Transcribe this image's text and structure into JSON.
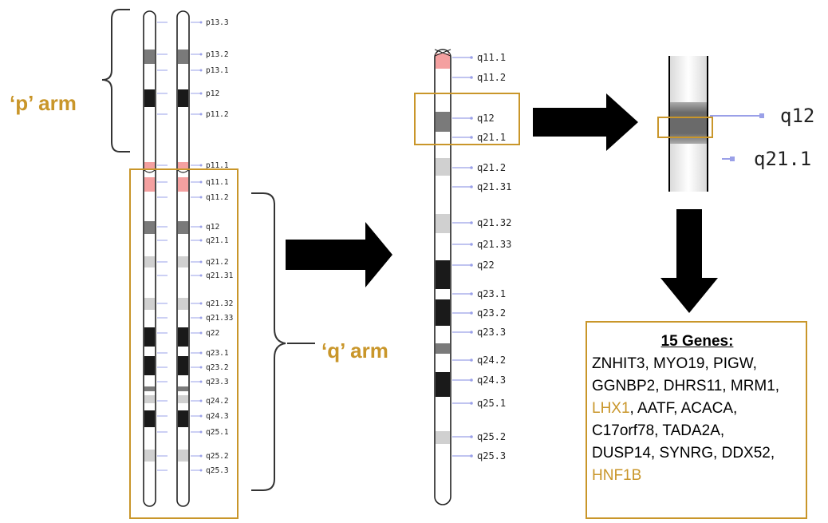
{
  "arm_labels": {
    "p": "‘p’ arm",
    "q": "‘q’ arm"
  },
  "full_chromosome_bands": [
    "p13.3",
    "p13.2",
    "p13.1",
    "p12",
    "p11.2",
    "p11.1",
    "q11.1",
    "q11.2",
    "q12",
    "q21.1",
    "q21.2",
    "q21.31",
    "q21.32",
    "q21.33",
    "q22",
    "q23.1",
    "q23.2",
    "q23.3",
    "q24.2",
    "q24.3",
    "q25.1",
    "q25.2",
    "q25.3"
  ],
  "q_arm_bands": [
    "q11.1",
    "q11.2",
    "q12",
    "q21.1",
    "q21.2",
    "q21.31",
    "q21.32",
    "q21.33",
    "q22",
    "q23.1",
    "q23.2",
    "q23.3",
    "q24.2",
    "q24.3",
    "q25.1",
    "q25.2",
    "q25.3"
  ],
  "zoom_bands": [
    "q12",
    "q21.1"
  ],
  "genes": {
    "title": "15 Genes:",
    "lines": [
      [
        {
          "text": "ZNHIT3, MYO19, PIGW,",
          "highlight": false
        }
      ],
      [
        {
          "text": "GGNBP2, DHRS11, MRM1,",
          "highlight": false
        }
      ],
      [
        {
          "text": "LHX1",
          "highlight": true
        },
        {
          "text": ", AATF, ACACA,",
          "highlight": false
        }
      ],
      [
        {
          "text": "C17orf78, TADA2A,",
          "highlight": false
        }
      ],
      [
        {
          "text": "DUSP14, SYNRG, DDX52,",
          "highlight": false
        }
      ],
      [
        {
          "text": "HNF1B",
          "highlight": true
        }
      ]
    ]
  },
  "colors": {
    "accent": "#c9962a",
    "band_dark": "#1a1a1a",
    "band_gray": "#7a7a7a",
    "band_light": "#d0d0d0",
    "centromere": "#f4a0a0",
    "tick": "#9aa0e8"
  }
}
